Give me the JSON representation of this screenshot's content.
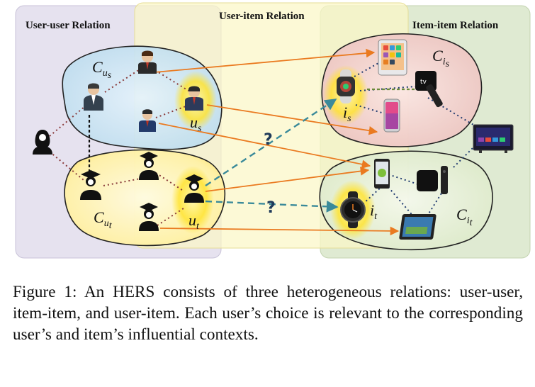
{
  "diagram": {
    "panels": {
      "user_user": "User-user Relation",
      "user_item": "User-item Relation",
      "item_item": "Item-item Relation"
    },
    "contexts": {
      "c_us": {
        "base": "C",
        "sub": "u",
        "subsub": "s"
      },
      "c_ut": {
        "base": "C",
        "sub": "u",
        "subsub": "t"
      },
      "c_is": {
        "base": "C",
        "sub": "i",
        "subsub": "s"
      },
      "c_it": {
        "base": "C",
        "sub": "i",
        "subsub": "t"
      }
    },
    "nodes": {
      "u_s": {
        "base": "u",
        "sub": "s"
      },
      "u_t": {
        "base": "u",
        "sub": "t"
      },
      "i_s": {
        "base": "i",
        "sub": "s"
      },
      "i_t": {
        "base": "i",
        "sub": "t"
      }
    },
    "unknown_link_label": "?",
    "colors": {
      "user_user_panel": "#e6e2ef",
      "user_item_panel": "#fbf6c6",
      "item_item_panel": "#dfead2",
      "blue_context": "#cfe6f3",
      "pink_context": "#f3d6d3",
      "highlight_glow": "#ffe330",
      "interaction_arrow": "#ea7a20",
      "social_dotted": "#8a3b3b",
      "item_dotted": "#1f3a70",
      "item_green_dotted": "#6b8a3a",
      "unknown_link": "#3a8a9a"
    }
  },
  "caption": "Figure 1: An HERS consists of three heterogeneous relations: user-user, item-item, and user-item. Each user’s choice is relevant to the corresponding user’s and item’s influential contexts."
}
